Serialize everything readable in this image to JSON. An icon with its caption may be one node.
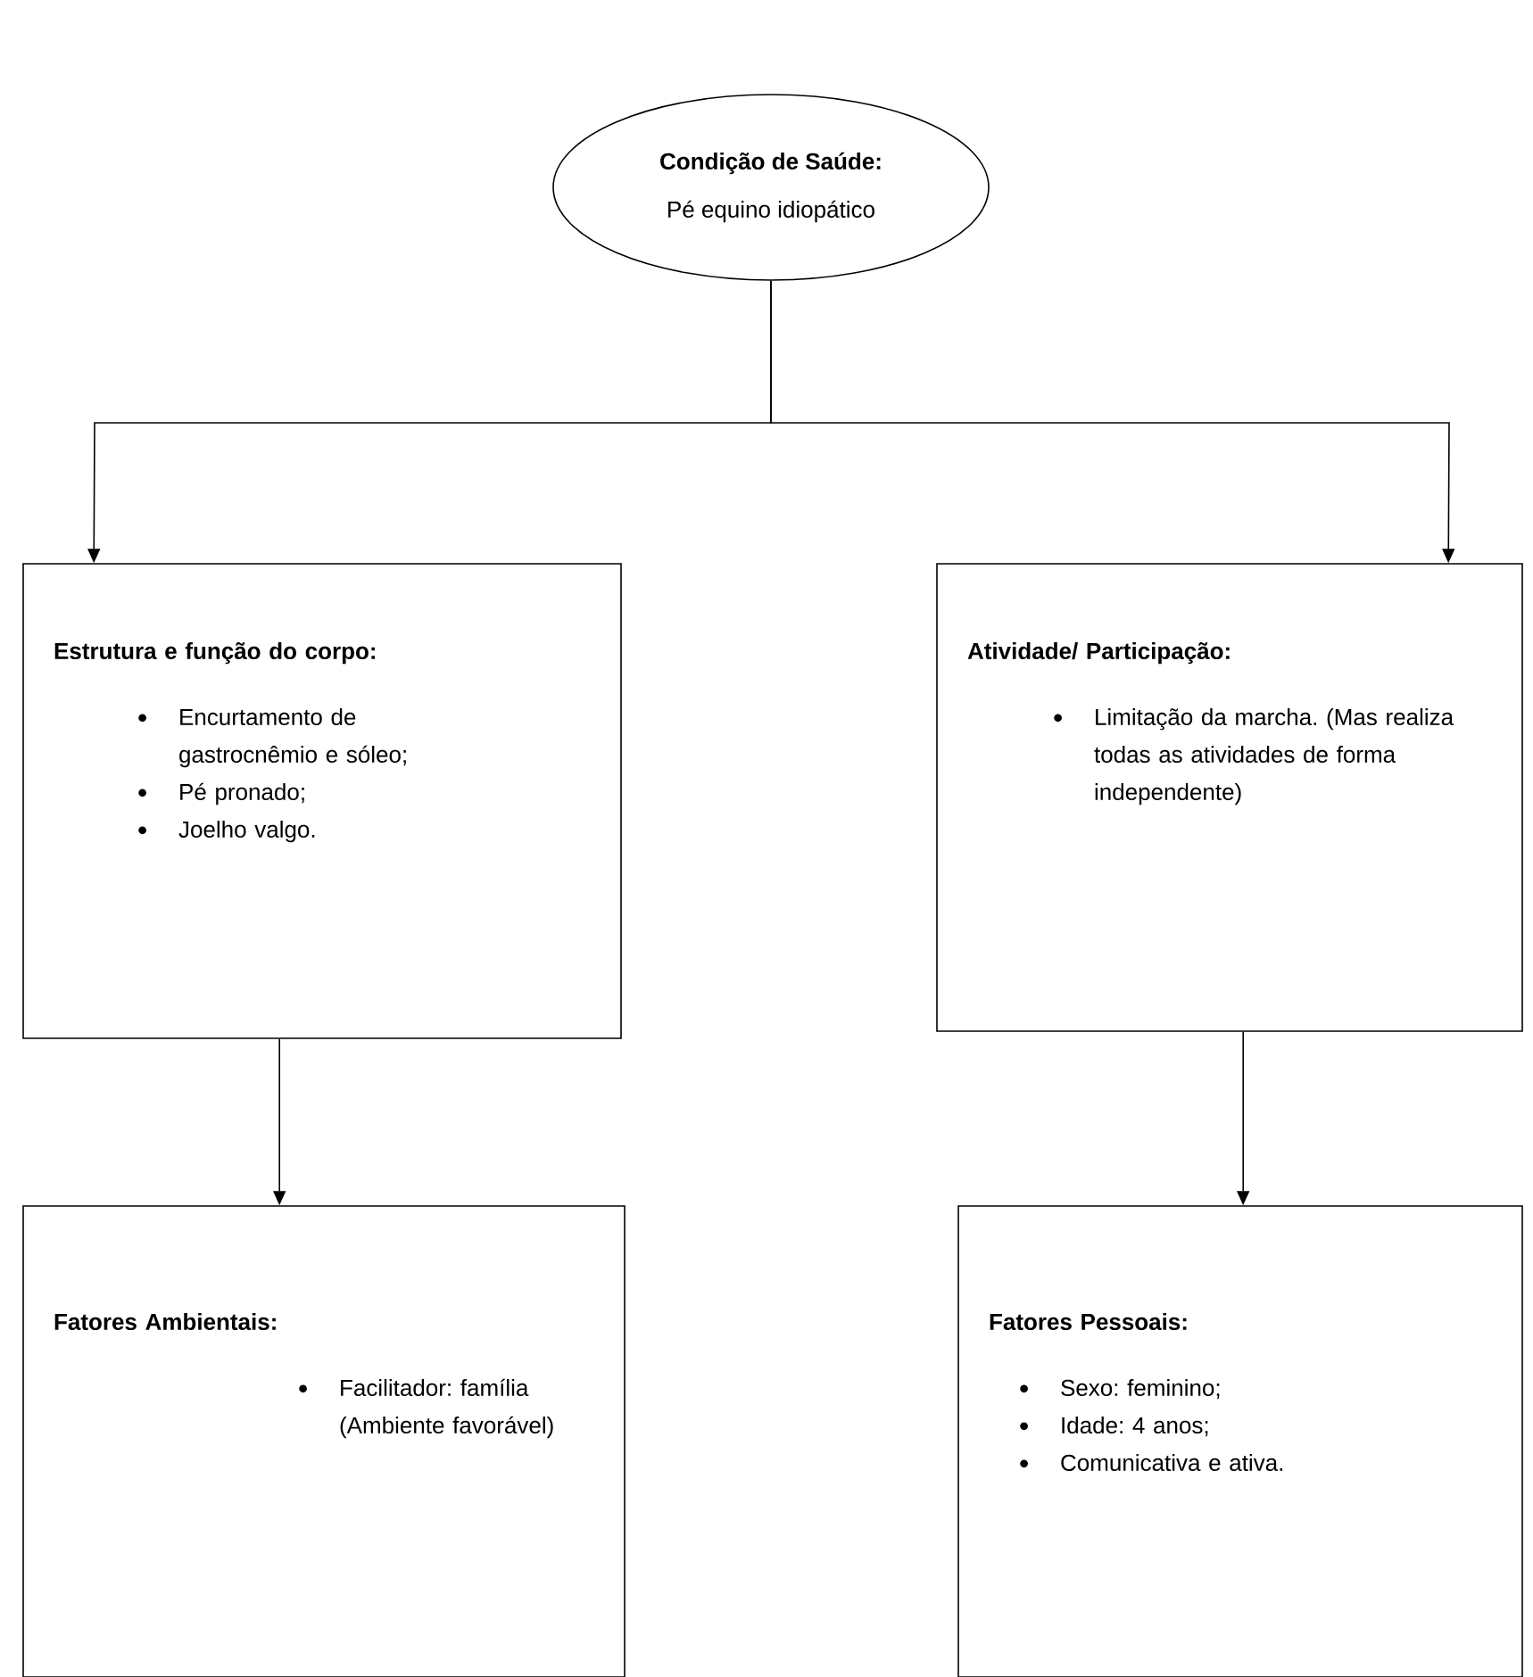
{
  "diagram": {
    "nodes": [
      {
        "text": [
          "Condição de Saúde:",
          "Pé equino idiopático"
        ]
      },
      {
        "text": [
          "Estrutura e função do corpo:",
          "Encurtamento de gastrocnêmio e sóleo;",
          "Pé pronado;",
          "Joelho valgo."
        ]
      },
      {
        "text": [
          "Atividade/ Participação:",
          "Limitação da marcha. (Mas realiza todas as atividades de forma independente)"
        ]
      },
      {
        "text": [
          "Fatores Ambientais:",
          "Facilitador: família (Ambiente favorável)"
        ]
      },
      {
        "text": [
          "Fatores Pessoais:",
          "Sexo: feminino;",
          "Idade: 4 anos;",
          "Comunicativa e ativa."
        ]
      }
    ],
    "edges": [
      {
        "from": 0,
        "to": 1,
        "arrow": "to"
      },
      {
        "from": 0,
        "to": 2,
        "arrow": "to"
      },
      {
        "from": 1,
        "to": 3,
        "arrow": "to"
      },
      {
        "from": 2,
        "to": 4,
        "arrow": "to"
      }
    ]
  }
}
